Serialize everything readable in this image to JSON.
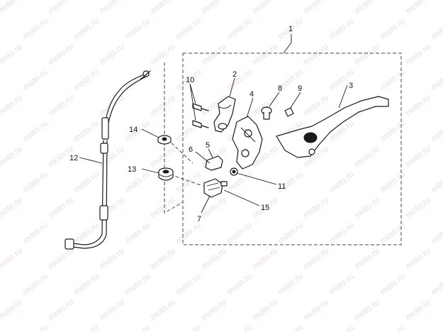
{
  "diagram": {
    "watermark_text": "moto.ru",
    "callouts": {
      "c1": "1",
      "c2": "2",
      "c3": "3",
      "c4": "4",
      "c5": "5",
      "c6": "6",
      "c7": "7",
      "c8": "8",
      "c9": "9",
      "c10": "10",
      "c11": "11",
      "c12": "12",
      "c13": "13",
      "c14": "14",
      "c15": "15"
    }
  }
}
